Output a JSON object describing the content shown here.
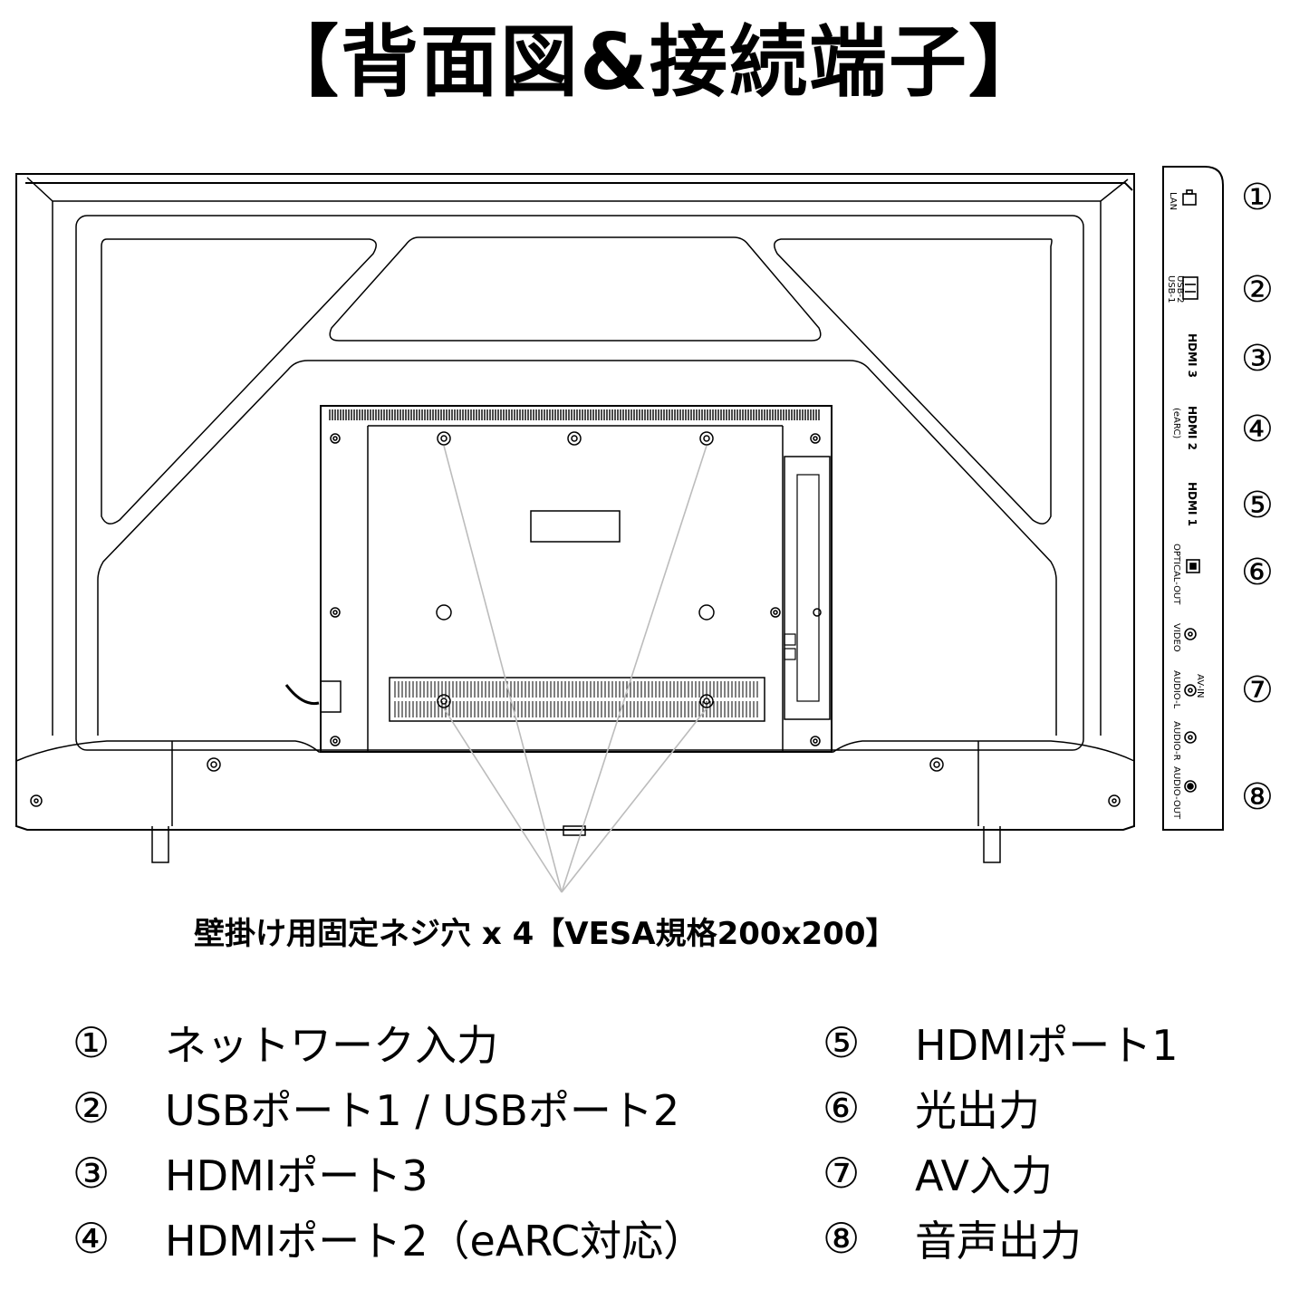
{
  "title": "【背面図&接続端子】",
  "vesa_caption": "壁掛け用固定ネジ穴 x 4【VESA規格200x200】",
  "port_labels": {
    "lan": "LAN",
    "usb2": "USB-2",
    "usb1": "USB-1",
    "hdmi3": "HDMI 3",
    "hdmi2": "HDMI 2",
    "earc": "(eARC)",
    "hdmi1": "HDMI 1",
    "optical": "OPTICAL-OUT",
    "video": "VIDEO",
    "av_in": "AV-IN",
    "audio_l": "AUDIO-L",
    "audio_r": "AUDIO-R",
    "audio_out": "AUDIO-OUT"
  },
  "callouts": [
    "①",
    "②",
    "③",
    "④",
    "⑤",
    "⑥",
    "⑦",
    "⑧"
  ],
  "legend": {
    "left": [
      {
        "num": "①",
        "label": "ネットワーク入力"
      },
      {
        "num": "②",
        "label": "USBポート1 / USBポート2"
      },
      {
        "num": "③",
        "label": "HDMIポート3"
      },
      {
        "num": "④",
        "label": "HDMIポート2（eARC対応）"
      }
    ],
    "right": [
      {
        "num": "⑤",
        "label": "HDMIポート1"
      },
      {
        "num": "⑥",
        "label": "光出力"
      },
      {
        "num": "⑦",
        "label": "AV入力"
      },
      {
        "num": "⑧",
        "label": "音声出力"
      }
    ]
  }
}
